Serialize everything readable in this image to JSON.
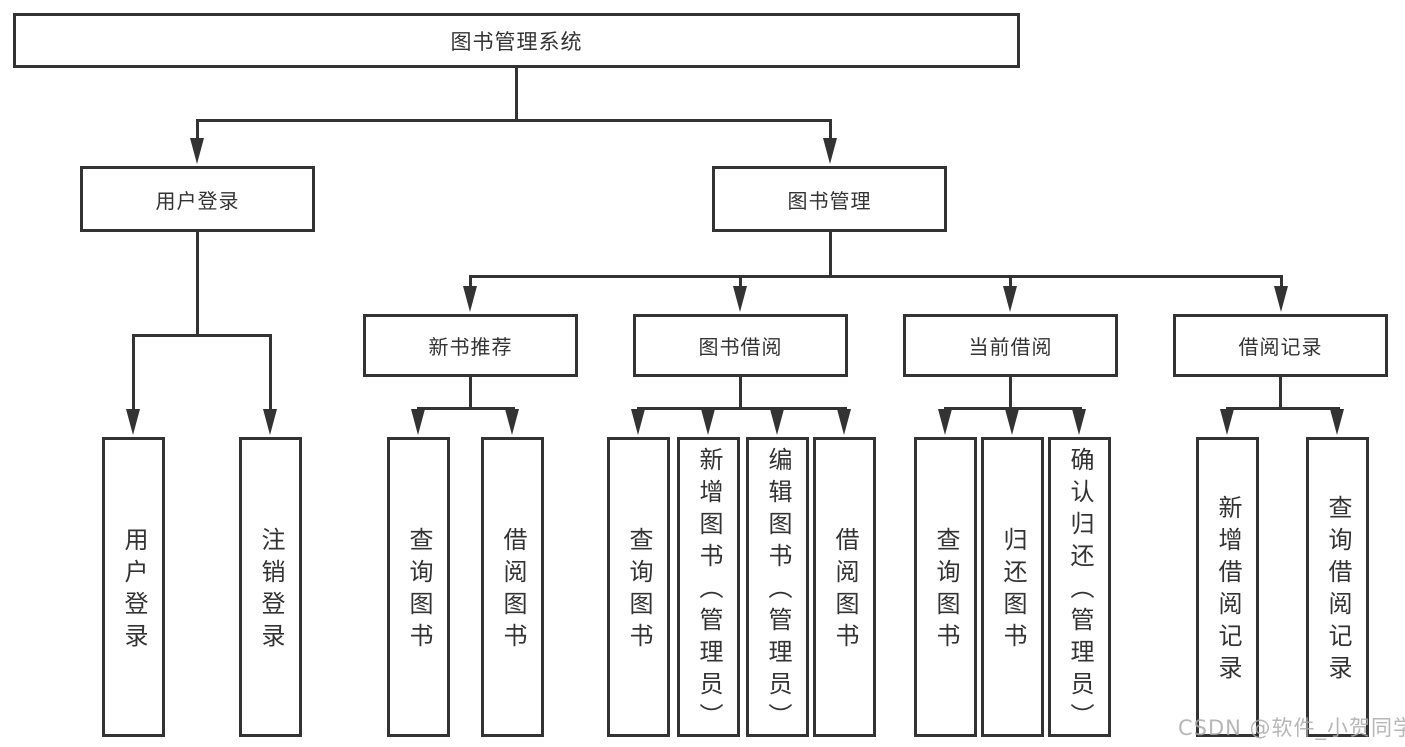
{
  "diagram": {
    "type": "hierarchy-structure-chart",
    "colors": {
      "line": "#333333",
      "text": "#333333",
      "background": "#ffffff",
      "watermark": "#ababab"
    },
    "root": {
      "label": "图书管理系统"
    },
    "level2": [
      {
        "label": "用户登录"
      },
      {
        "label": "图书管理"
      }
    ],
    "level3": [
      {
        "label": "新书推荐"
      },
      {
        "label": "图书借阅"
      },
      {
        "label": "当前借阅"
      },
      {
        "label": "借阅记录"
      }
    ],
    "leaves": [
      {
        "label": "用户登录",
        "parent": "用户登录"
      },
      {
        "label": "注销登录",
        "parent": "用户登录"
      },
      {
        "label": "查询图书",
        "parent": "新书推荐"
      },
      {
        "label": "借阅图书",
        "parent": "新书推荐"
      },
      {
        "label": "查询图书",
        "parent": "图书借阅"
      },
      {
        "label": "新增图书（管理员）",
        "parent": "图书借阅"
      },
      {
        "label": "编辑图书（管理员）",
        "parent": "图书借阅"
      },
      {
        "label": "借阅图书",
        "parent": "图书借阅"
      },
      {
        "label": "查询图书",
        "parent": "当前借阅"
      },
      {
        "label": "归还图书",
        "parent": "当前借阅"
      },
      {
        "label": "确认归还（管理员）",
        "parent": "当前借阅"
      },
      {
        "label": "新增借阅记录",
        "parent": "借阅记录"
      },
      {
        "label": "查询借阅记录",
        "parent": "借阅记录"
      }
    ],
    "watermark": "CSDN @软件_小贺同学"
  }
}
